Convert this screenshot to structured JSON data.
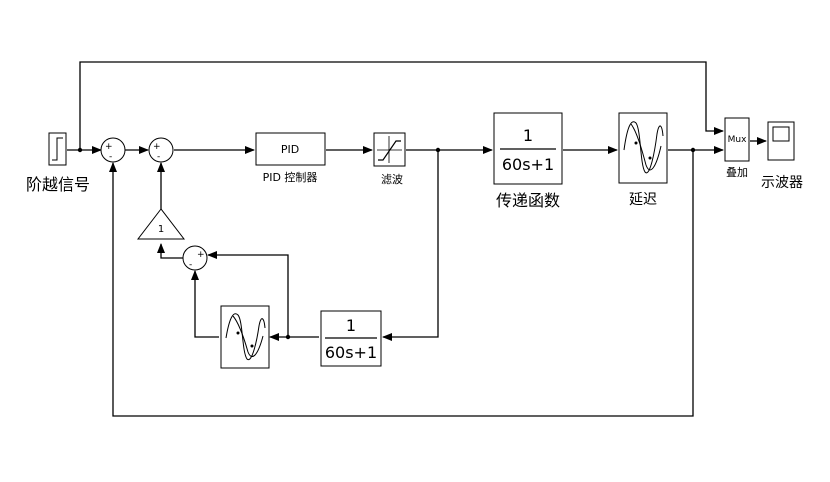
{
  "blocks": {
    "step": {
      "label": "阶越信号"
    },
    "pid": {
      "text": "PID",
      "label": "PID 控制器"
    },
    "filter": {
      "label": "滤波"
    },
    "tf_main": {
      "numerator": "1",
      "denominator": "60s+1",
      "label": "传递函数"
    },
    "delay_main": {
      "label": "延迟"
    },
    "mux": {
      "text": "Mux",
      "label": "叠加"
    },
    "scope": {
      "label": "示波器"
    },
    "gain": {
      "text": "1"
    },
    "tf_inner": {
      "numerator": "1",
      "denominator": "60s+1"
    }
  },
  "sum_signs": {
    "sum1": {
      "a": "+",
      "b": "-"
    },
    "sum2": {
      "a": "+",
      "b": "-"
    },
    "sum3": {
      "a": "-",
      "b": "+"
    }
  }
}
